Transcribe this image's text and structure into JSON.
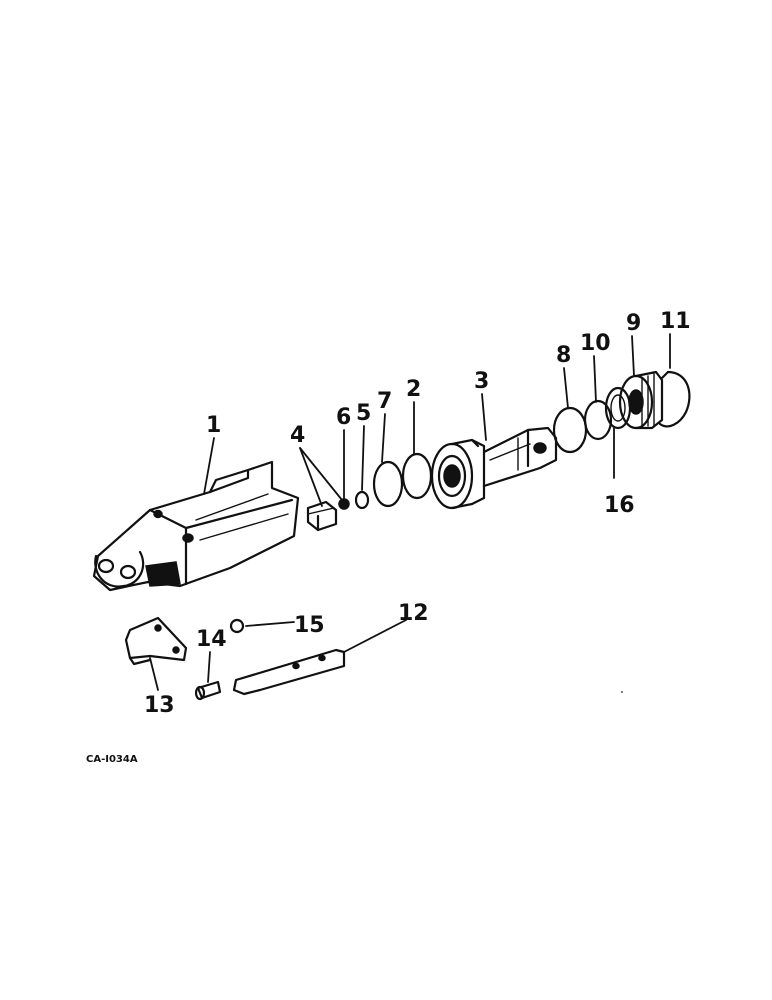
{
  "labels": {
    "l1": "1",
    "l2": "2",
    "l3": "3",
    "l4": "4",
    "l5": "5",
    "l6": "6",
    "l7": "7",
    "l8": "8",
    "l9": "9",
    "l10": "10",
    "l11": "11",
    "l12": "12",
    "l13": "13",
    "l14": "14",
    "l15": "15",
    "l16": "16"
  },
  "figure_code": "CA-I034A"
}
